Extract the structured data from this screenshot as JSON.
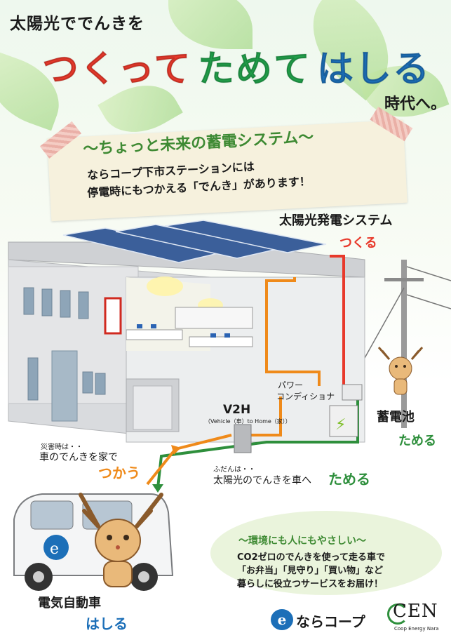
{
  "headline": {
    "intro": "太陽光ででんきを",
    "word_make": "つくって",
    "word_store": "ためて",
    "word_drive": "はしる",
    "era": "時代へ。"
  },
  "banner": {
    "title": "〜ちょっと未来の蓄電システム〜",
    "line1": "ならコープ下市ステーションには",
    "line2": "停電時にもつかえる「でんき」があります！"
  },
  "solar": {
    "label": "太陽光発電システム",
    "action": "つくる"
  },
  "power_conditioner": {
    "line1": "パワー",
    "line2": "コンディショナ"
  },
  "v2h": {
    "title": "V2H",
    "subtitle": "（Vehicle（車）to Home（家））"
  },
  "battery": {
    "label": "蓄電池",
    "action": "ためる"
  },
  "disaster": {
    "note": "災害時は・・",
    "line1": "車のでんきを家で",
    "action": "つかう"
  },
  "normal": {
    "note": "ふだんは・・",
    "line1": "太陽光のでんきを車へ",
    "action": "ためる"
  },
  "ev": {
    "label": "電気自動車",
    "action": "はしる"
  },
  "eco": {
    "title": "〜環境にも人にもやさしい〜",
    "line1": "CO2ゼロのでんきを使って走る車で",
    "line2": "「お弁当」「見守り」「買い物」など",
    "line3": "暮らしに役立つサービスをお届け！"
  },
  "logos": {
    "coop": "ならコープ",
    "cen": "CEN",
    "cen_sub": "Coop Energy Nara"
  },
  "colors": {
    "make": "#e8392b",
    "store": "#21a04a",
    "drive": "#1c6fb8",
    "use": "#ef8a1a"
  }
}
